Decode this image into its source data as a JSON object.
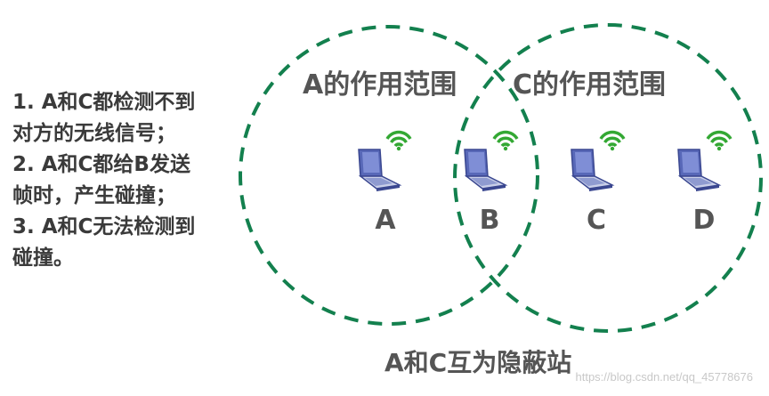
{
  "notes": [
    "1. A和C都检测不到",
    "对方的无线信号；",
    "2. A和C都给B发送",
    "帧时，产生碰撞；",
    "3. A和C无法检测到",
    "碰撞。"
  ],
  "ranges": {
    "a_label": "A的作用范围",
    "c_label": "C的作用范围"
  },
  "nodes": [
    {
      "label": "A"
    },
    {
      "label": "B"
    },
    {
      "label": "C"
    },
    {
      "label": "D"
    }
  ],
  "caption": "A和C互为隐蔽站",
  "watermark": "https://blog.csdn.net/qq_45778676",
  "colors": {
    "range_circle": "#13804e",
    "wifi": "#33a833",
    "laptop": "#4a5aa8"
  }
}
